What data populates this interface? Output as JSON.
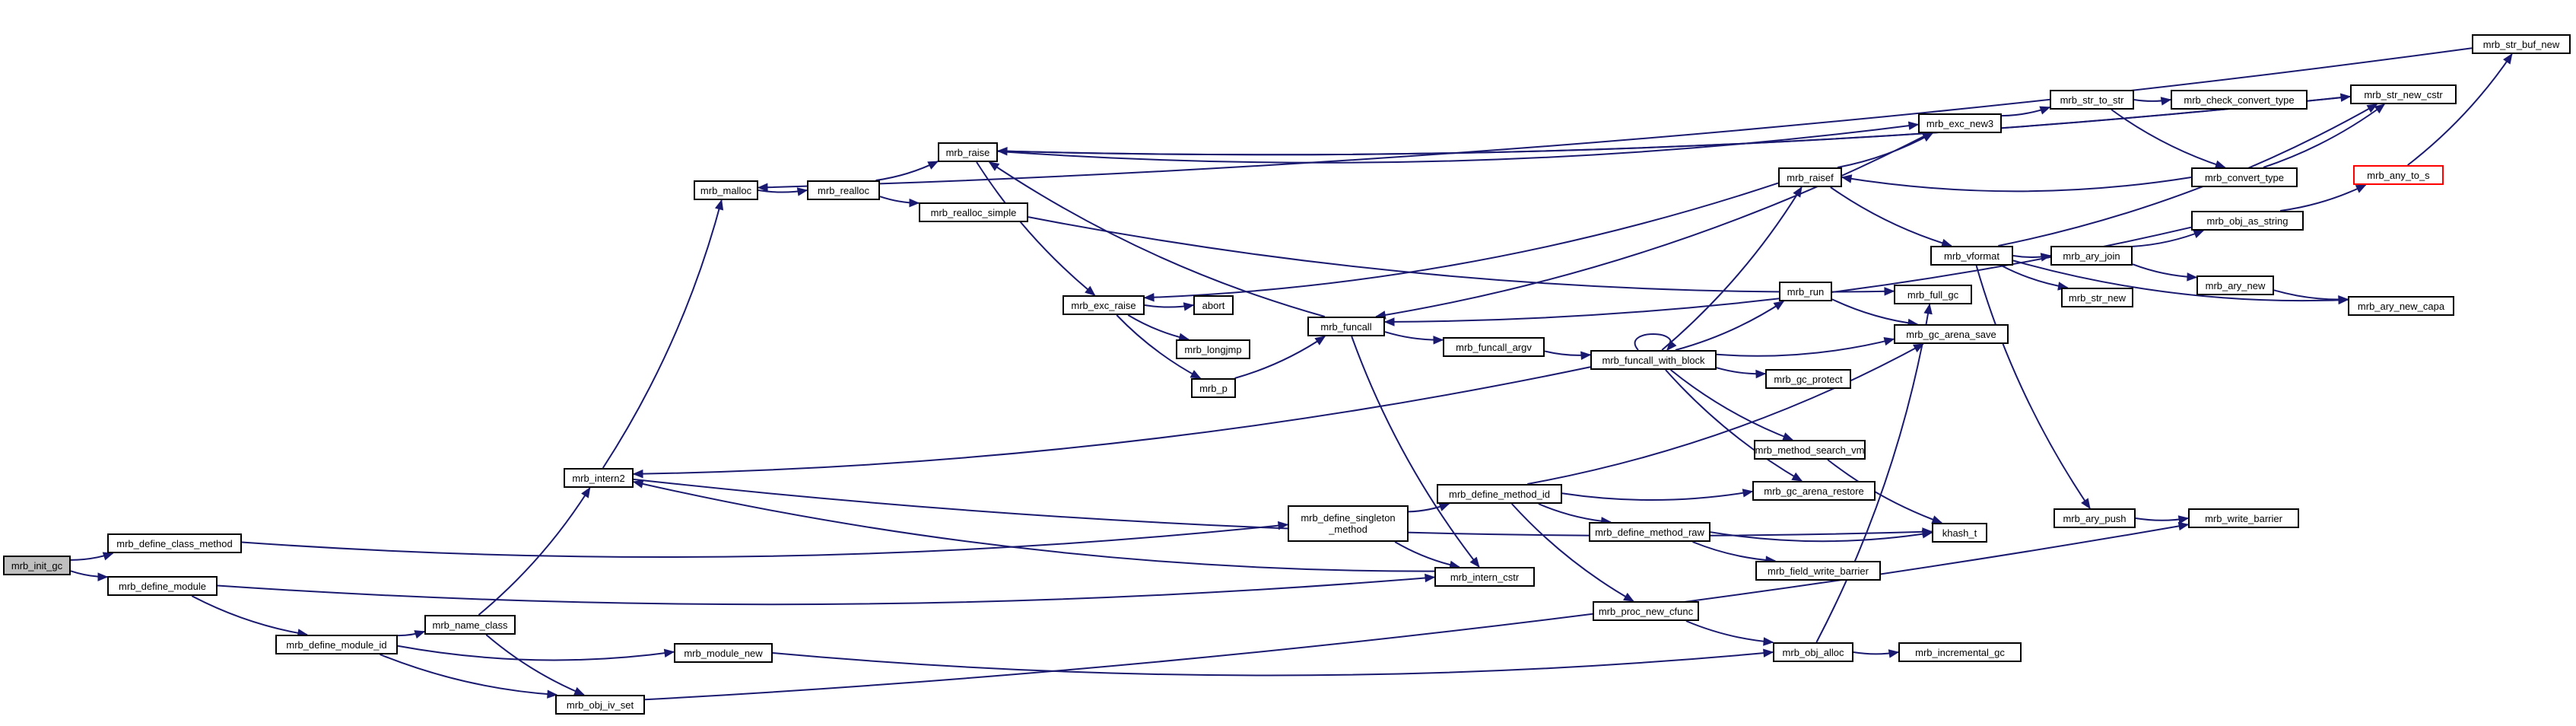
{
  "graph": {
    "colors": {
      "edge": "#191970",
      "node_border": "#000000",
      "root_fill": "#bfbfbf",
      "highlight_border": "#ff0000"
    },
    "nodes": [
      {
        "id": "mrb_init_gc",
        "label": "mrb_init_gc",
        "kind": "root"
      },
      {
        "id": "mrb_define_class_method",
        "label": "mrb_define_class_method"
      },
      {
        "id": "mrb_define_module",
        "label": "mrb_define_module"
      },
      {
        "id": "mrb_define_module_id",
        "label": "mrb_define_module_id"
      },
      {
        "id": "mrb_name_class",
        "label": "mrb_name_class"
      },
      {
        "id": "mrb_obj_iv_set",
        "label": "mrb_obj_iv_set"
      },
      {
        "id": "mrb_intern2",
        "label": "mrb_intern2"
      },
      {
        "id": "mrb_malloc",
        "label": "mrb_malloc"
      },
      {
        "id": "mrb_realloc",
        "label": "mrb_realloc"
      },
      {
        "id": "mrb_raise",
        "label": "mrb_raise"
      },
      {
        "id": "mrb_realloc_simple",
        "label": "mrb_realloc_simple"
      },
      {
        "id": "mrb_exc_raise",
        "label": "mrb_exc_raise"
      },
      {
        "id": "abort",
        "label": "abort"
      },
      {
        "id": "mrb_longjmp",
        "label": "mrb_longjmp"
      },
      {
        "id": "mrb_p",
        "label": "mrb_p"
      },
      {
        "id": "mrb_funcall",
        "label": "mrb_funcall"
      },
      {
        "id": "mrb_funcall_argv",
        "label": "mrb_funcall_argv"
      },
      {
        "id": "mrb_funcall_with_block",
        "label": "mrb_funcall_with_block"
      },
      {
        "id": "mrb_run",
        "label": "mrb_run"
      },
      {
        "id": "mrb_gc_protect",
        "label": "mrb_gc_protect"
      },
      {
        "id": "mrb_gc_arena_save",
        "label": "mrb_gc_arena_save"
      },
      {
        "id": "mrb_full_gc",
        "label": "mrb_full_gc"
      },
      {
        "id": "mrb_method_search_vm",
        "label": "mrb_method_search_vm"
      },
      {
        "id": "mrb_gc_arena_restore",
        "label": "mrb_gc_arena_restore"
      },
      {
        "id": "khash_t",
        "label": "khash_t"
      },
      {
        "id": "mrb_define_singleton_method",
        "label": "mrb_define_singleton\n_method"
      },
      {
        "id": "mrb_define_method_id",
        "label": "mrb_define_method_id"
      },
      {
        "id": "mrb_define_method_raw",
        "label": "mrb_define_method_raw"
      },
      {
        "id": "mrb_field_write_barrier",
        "label": "mrb_field_write_barrier"
      },
      {
        "id": "mrb_intern_cstr",
        "label": "mrb_intern_cstr"
      },
      {
        "id": "mrb_proc_new_cfunc",
        "label": "mrb_proc_new_cfunc"
      },
      {
        "id": "mrb_obj_alloc",
        "label": "mrb_obj_alloc"
      },
      {
        "id": "mrb_incremental_gc",
        "label": "mrb_incremental_gc"
      },
      {
        "id": "mrb_module_new",
        "label": "mrb_module_new"
      },
      {
        "id": "mrb_raisef",
        "label": "mrb_raisef"
      },
      {
        "id": "mrb_exc_new3",
        "label": "mrb_exc_new3"
      },
      {
        "id": "mrb_str_to_str",
        "label": "mrb_str_to_str"
      },
      {
        "id": "mrb_check_convert_type",
        "label": "mrb_check_convert_type"
      },
      {
        "id": "mrb_convert_type",
        "label": "mrb_convert_type"
      },
      {
        "id": "mrb_str_new_cstr",
        "label": "mrb_str_new_cstr"
      },
      {
        "id": "mrb_str_buf_new",
        "label": "mrb_str_buf_new"
      },
      {
        "id": "mrb_any_to_s",
        "label": "mrb_any_to_s",
        "kind": "highlight"
      },
      {
        "id": "mrb_obj_as_string",
        "label": "mrb_obj_as_string"
      },
      {
        "id": "mrb_vformat",
        "label": "mrb_vformat"
      },
      {
        "id": "mrb_ary_join",
        "label": "mrb_ary_join"
      },
      {
        "id": "mrb_str_new",
        "label": "mrb_str_new"
      },
      {
        "id": "mrb_ary_new",
        "label": "mrb_ary_new"
      },
      {
        "id": "mrb_ary_new_capa",
        "label": "mrb_ary_new_capa"
      },
      {
        "id": "mrb_ary_push",
        "label": "mrb_ary_push"
      },
      {
        "id": "mrb_write_barrier",
        "label": "mrb_write_barrier"
      }
    ],
    "edges": [
      [
        "mrb_init_gc",
        "mrb_define_class_method"
      ],
      [
        "mrb_init_gc",
        "mrb_define_module"
      ],
      [
        "mrb_define_class_method",
        "mrb_define_singleton_method"
      ],
      [
        "mrb_define_module",
        "mrb_define_module_id"
      ],
      [
        "mrb_define_module",
        "mrb_intern_cstr"
      ],
      [
        "mrb_define_module_id",
        "mrb_name_class"
      ],
      [
        "mrb_define_module_id",
        "mrb_module_new"
      ],
      [
        "mrb_define_module_id",
        "mrb_obj_iv_set"
      ],
      [
        "mrb_name_class",
        "mrb_intern2"
      ],
      [
        "mrb_name_class",
        "mrb_obj_iv_set"
      ],
      [
        "mrb_intern2",
        "mrb_malloc"
      ],
      [
        "mrb_intern2",
        "khash_t"
      ],
      [
        "mrb_malloc",
        "mrb_realloc"
      ],
      [
        "mrb_realloc",
        "mrb_raise"
      ],
      [
        "mrb_realloc",
        "mrb_realloc_simple"
      ],
      [
        "mrb_realloc_simple",
        "mrb_full_gc"
      ],
      [
        "mrb_raise",
        "mrb_exc_raise"
      ],
      [
        "mrb_raise",
        "mrb_exc_new3"
      ],
      [
        "mrb_raise",
        "mrb_str_new_cstr"
      ],
      [
        "mrb_exc_raise",
        "abort"
      ],
      [
        "mrb_exc_raise",
        "mrb_longjmp"
      ],
      [
        "mrb_exc_raise",
        "mrb_p"
      ],
      [
        "mrb_p",
        "mrb_funcall"
      ],
      [
        "mrb_funcall",
        "mrb_funcall_argv"
      ],
      [
        "mrb_funcall",
        "mrb_raise"
      ],
      [
        "mrb_funcall",
        "mrb_intern_cstr"
      ],
      [
        "mrb_funcall_argv",
        "mrb_funcall_with_block"
      ],
      [
        "mrb_funcall_with_block",
        "mrb_funcall_with_block"
      ],
      [
        "mrb_funcall_with_block",
        "mrb_run"
      ],
      [
        "mrb_funcall_with_block",
        "mrb_gc_arena_save"
      ],
      [
        "mrb_funcall_with_block",
        "mrb_gc_protect"
      ],
      [
        "mrb_funcall_with_block",
        "mrb_method_search_vm"
      ],
      [
        "mrb_funcall_with_block",
        "mrb_gc_arena_restore"
      ],
      [
        "mrb_funcall_with_block",
        "mrb_raisef"
      ],
      [
        "mrb_funcall_with_block",
        "mrb_intern2"
      ],
      [
        "mrb_run",
        "mrb_gc_arena_save"
      ],
      [
        "mrb_method_search_vm",
        "khash_t"
      ],
      [
        "mrb_define_singleton_method",
        "mrb_define_method_id"
      ],
      [
        "mrb_define_singleton_method",
        "mrb_intern_cstr"
      ],
      [
        "mrb_define_method_id",
        "mrb_gc_arena_save"
      ],
      [
        "mrb_define_method_id",
        "mrb_gc_arena_restore"
      ],
      [
        "mrb_define_method_id",
        "mrb_define_method_raw"
      ],
      [
        "mrb_define_method_id",
        "mrb_proc_new_cfunc"
      ],
      [
        "mrb_define_method_raw",
        "khash_t"
      ],
      [
        "mrb_define_method_raw",
        "mrb_field_write_barrier"
      ],
      [
        "mrb_intern_cstr",
        "mrb_intern2"
      ],
      [
        "mrb_proc_new_cfunc",
        "mrb_obj_alloc"
      ],
      [
        "mrb_module_new",
        "mrb_obj_alloc"
      ],
      [
        "mrb_obj_alloc",
        "mrb_incremental_gc"
      ],
      [
        "mrb_obj_alloc",
        "mrb_full_gc"
      ],
      [
        "mrb_obj_iv_set",
        "mrb_write_barrier"
      ],
      [
        "mrb_raisef",
        "mrb_exc_new3"
      ],
      [
        "mrb_raisef",
        "mrb_vformat"
      ],
      [
        "mrb_raisef",
        "mrb_exc_raise"
      ],
      [
        "mrb_exc_new3",
        "mrb_str_to_str"
      ],
      [
        "mrb_exc_new3",
        "mrb_funcall"
      ],
      [
        "mrb_str_to_str",
        "mrb_check_convert_type"
      ],
      [
        "mrb_str_to_str",
        "mrb_convert_type"
      ],
      [
        "mrb_convert_type",
        "mrb_raisef"
      ],
      [
        "mrb_convert_type",
        "mrb_str_new_cstr"
      ],
      [
        "mrb_str_new_cstr",
        "mrb_raise"
      ],
      [
        "mrb_str_buf_new",
        "mrb_malloc"
      ],
      [
        "mrb_any_to_s",
        "mrb_str_buf_new"
      ],
      [
        "mrb_obj_as_string",
        "mrb_any_to_s"
      ],
      [
        "mrb_obj_as_string",
        "mrb_funcall"
      ],
      [
        "mrb_vformat",
        "mrb_str_new_cstr"
      ],
      [
        "mrb_vformat",
        "mrb_ary_join"
      ],
      [
        "mrb_vformat",
        "mrb_str_new"
      ],
      [
        "mrb_vformat",
        "mrb_ary_new_capa"
      ],
      [
        "mrb_vformat",
        "mrb_ary_push"
      ],
      [
        "mrb_ary_join",
        "mrb_obj_as_string"
      ],
      [
        "mrb_ary_join",
        "mrb_ary_new"
      ],
      [
        "mrb_ary_new",
        "mrb_ary_new_capa"
      ],
      [
        "mrb_ary_push",
        "mrb_write_barrier"
      ]
    ]
  }
}
